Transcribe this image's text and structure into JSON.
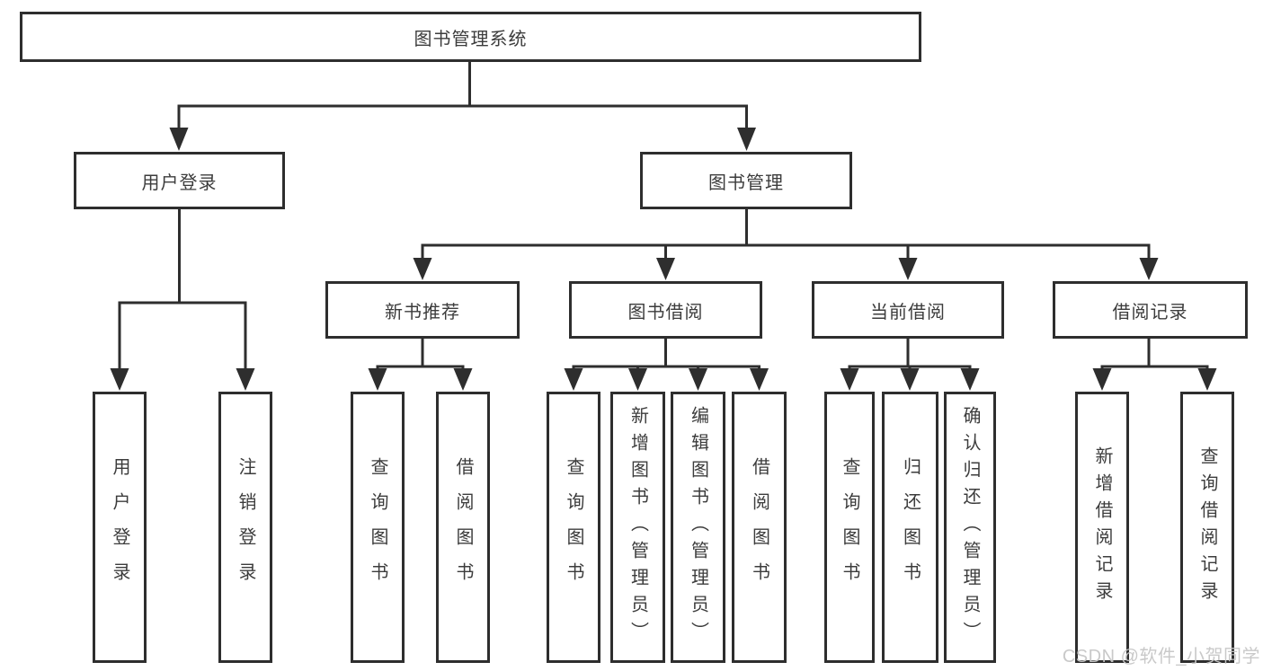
{
  "tree": {
    "root": {
      "label": "图书管理系统"
    },
    "level2": [
      {
        "label": "用户登录",
        "children": [
          {
            "label": "用户登录"
          },
          {
            "label": "注销登录"
          }
        ]
      },
      {
        "label": "图书管理",
        "children": [
          {
            "label": "新书推荐",
            "children": [
              {
                "label": "查询图书"
              },
              {
                "label": "借阅图书"
              }
            ]
          },
          {
            "label": "图书借阅",
            "children": [
              {
                "label": "查询图书"
              },
              {
                "label": "新增图书（管理员）"
              },
              {
                "label": "编辑图书（管理员）"
              },
              {
                "label": "借阅图书"
              }
            ]
          },
          {
            "label": "当前借阅",
            "children": [
              {
                "label": "查询图书"
              },
              {
                "label": "归还图书"
              },
              {
                "label": "确认归还（管理员）"
              }
            ]
          },
          {
            "label": "借阅记录",
            "children": [
              {
                "label": "新增借阅记录"
              },
              {
                "label": "查询借阅记录"
              }
            ]
          }
        ]
      }
    ]
  },
  "watermark": {
    "text": "CSDN @软件_小贺同学"
  },
  "colors": {
    "line": "#2e2e2e",
    "border": "#2e2e2e",
    "text": "#3c3c3c",
    "background": "#ffffff",
    "watermark": "#c7c7c7"
  }
}
